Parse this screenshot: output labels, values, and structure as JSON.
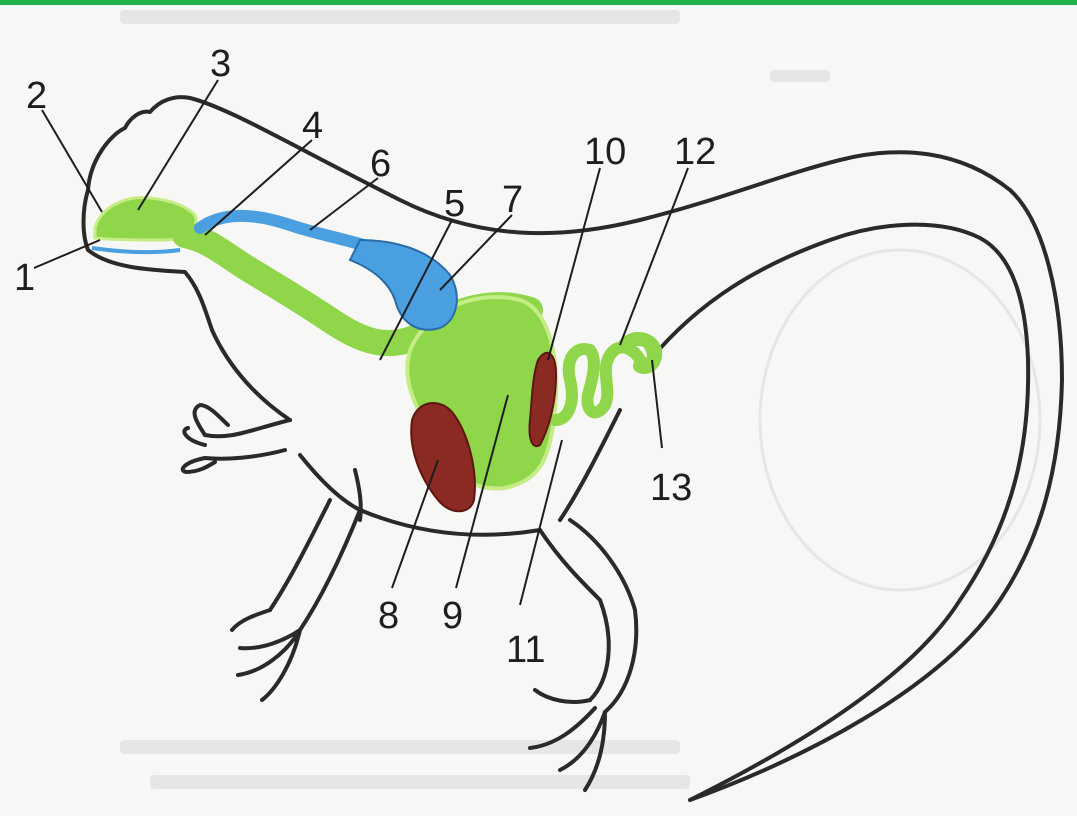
{
  "colors": {
    "frame_accent": "#22b14c",
    "outline": "#2a2a2a",
    "digestive_tract": "#8fd64a",
    "lung_organ": "#4a9fe0",
    "dark_organ": "#8b2a22"
  },
  "labels": {
    "n1": "1",
    "n2": "2",
    "n3": "3",
    "n4": "4",
    "n5": "5",
    "n6": "6",
    "n7": "7",
    "n8": "8",
    "n9": "9",
    "n10": "10",
    "n11": "11",
    "n12": "12",
    "n13": "13"
  }
}
